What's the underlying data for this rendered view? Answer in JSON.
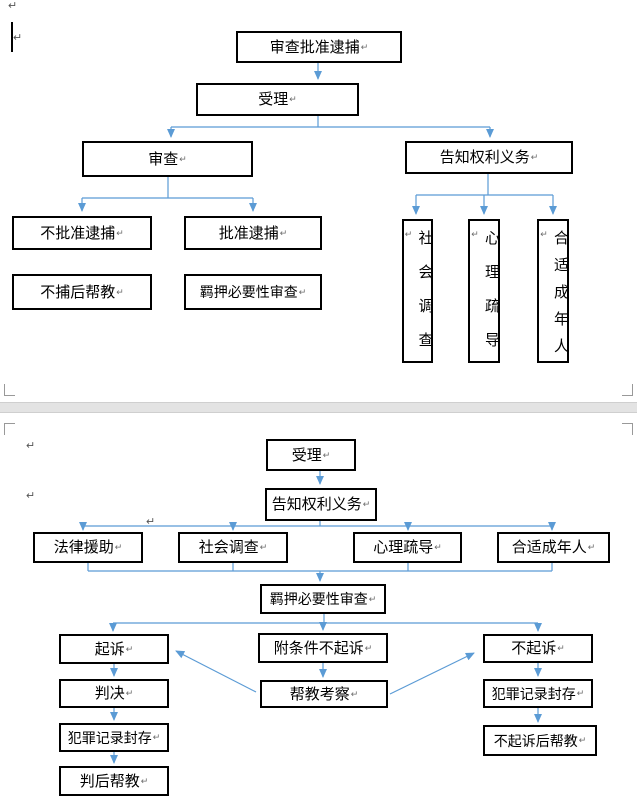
{
  "document": {
    "kind": "word-flowchart-page",
    "pages": 2
  },
  "colors": {
    "connector": "#5b9bd5",
    "box_border": "#000000",
    "page_gap": "#e3e3e3"
  },
  "marks": {
    "return_glyph": "↵"
  },
  "chart1": {
    "boxes": {
      "approve_review": "审查批准逮捕",
      "accept": "受理",
      "review": "审查",
      "inform_rights": "告知权利义务",
      "no_approve_arrest": "不批准逮捕",
      "approve_arrest": "批准逮捕",
      "help_after_no_arrest": "不捕后帮教",
      "custody_review": "羁押必要性审查",
      "social_survey": "社会调查",
      "psych_counsel": "心理疏导",
      "suitable_adult": "合适成年人"
    },
    "edges": [
      {
        "from": "审查批准逮捕",
        "to": "受理"
      },
      {
        "from": "受理",
        "to": "审查"
      },
      {
        "from": "受理",
        "to": "告知权利义务"
      },
      {
        "from": "审查",
        "to": "不批准逮捕"
      },
      {
        "from": "审查",
        "to": "批准逮捕"
      },
      {
        "from": "不批准逮捕",
        "to": "不捕后帮教"
      },
      {
        "from": "批准逮捕",
        "to": "羁押必要性审查"
      },
      {
        "from": "告知权利义务",
        "to": "社会调查"
      },
      {
        "from": "告知权利义务",
        "to": "心理疏导"
      },
      {
        "from": "告知权利义务",
        "to": "合适成年人"
      }
    ]
  },
  "chart2": {
    "boxes": {
      "accept": "受理",
      "inform_rights": "告知权利义务",
      "legal_aid": "法律援助",
      "social_survey": "社会调查",
      "psych_counsel": "心理疏导",
      "suitable_adult": "合适成年人",
      "custody_review": "羁押必要性审查",
      "prosecute": "起诉",
      "conditional_no_prosecute": "附条件不起诉",
      "no_prosecute": "不起诉",
      "judgment": "判决",
      "help_inspection": "帮教考察",
      "record_seal_left": "犯罪记录封存",
      "record_seal_right": "犯罪记录封存",
      "help_after_judgment": "判后帮教",
      "help_after_no_prosecute": "不起诉后帮教"
    },
    "edges": [
      {
        "from": "受理",
        "to": "告知权利义务"
      },
      {
        "from": "告知权利义务",
        "to": "法律援助"
      },
      {
        "from": "告知权利义务",
        "to": "社会调查"
      },
      {
        "from": "告知权利义务",
        "to": "心理疏导"
      },
      {
        "from": "告知权利义务",
        "to": "合适成年人"
      },
      {
        "from": "法律援助",
        "to": "羁押必要性审查"
      },
      {
        "from": "社会调查",
        "to": "羁押必要性审查"
      },
      {
        "from": "心理疏导",
        "to": "羁押必要性审查"
      },
      {
        "from": "合适成年人",
        "to": "羁押必要性审查"
      },
      {
        "from": "羁押必要性审查",
        "to": "起诉"
      },
      {
        "from": "羁押必要性审查",
        "to": "附条件不起诉"
      },
      {
        "from": "羁押必要性审查",
        "to": "不起诉"
      },
      {
        "from": "起诉",
        "to": "判决"
      },
      {
        "from": "判决",
        "to": "犯罪记录封存"
      },
      {
        "from": "犯罪记录封存",
        "to": "判后帮教"
      },
      {
        "from": "附条件不起诉",
        "to": "帮教考察"
      },
      {
        "from": "帮教考察",
        "to": "起诉"
      },
      {
        "from": "帮教考察",
        "to": "不起诉"
      },
      {
        "from": "不起诉",
        "to": "犯罪记录封存"
      },
      {
        "from": "犯罪记录封存",
        "to": "不起诉后帮教"
      }
    ]
  }
}
